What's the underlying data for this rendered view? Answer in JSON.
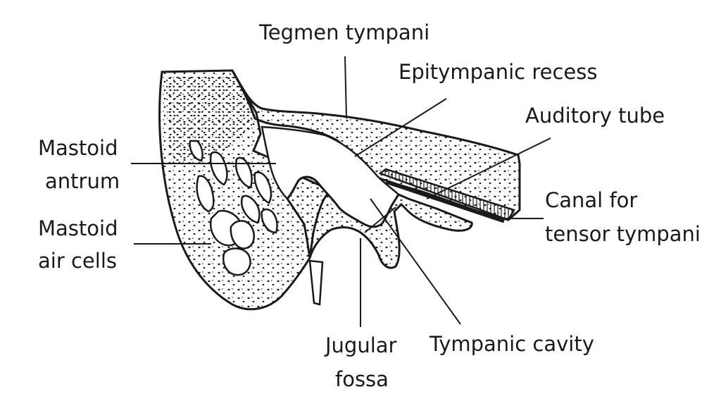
{
  "diagram": {
    "labels": {
      "tegmen_tympani": "Tegmen tympani",
      "epitympanic_recess": "Epitympanic recess",
      "auditory_tube": "Auditory tube",
      "canal_for": "Canal for",
      "tensor_tympani": "tensor tympani",
      "mastoid_1": "Mastoid",
      "antrum": "antrum",
      "mastoid_2": "Mastoid",
      "air_cells": "air cells",
      "jugular": "Jugular",
      "fossa": "fossa",
      "tympanic_cavity": "Tympanic cavity"
    },
    "colors": {
      "ink": "#1a1a1a",
      "background": "#ffffff"
    }
  }
}
